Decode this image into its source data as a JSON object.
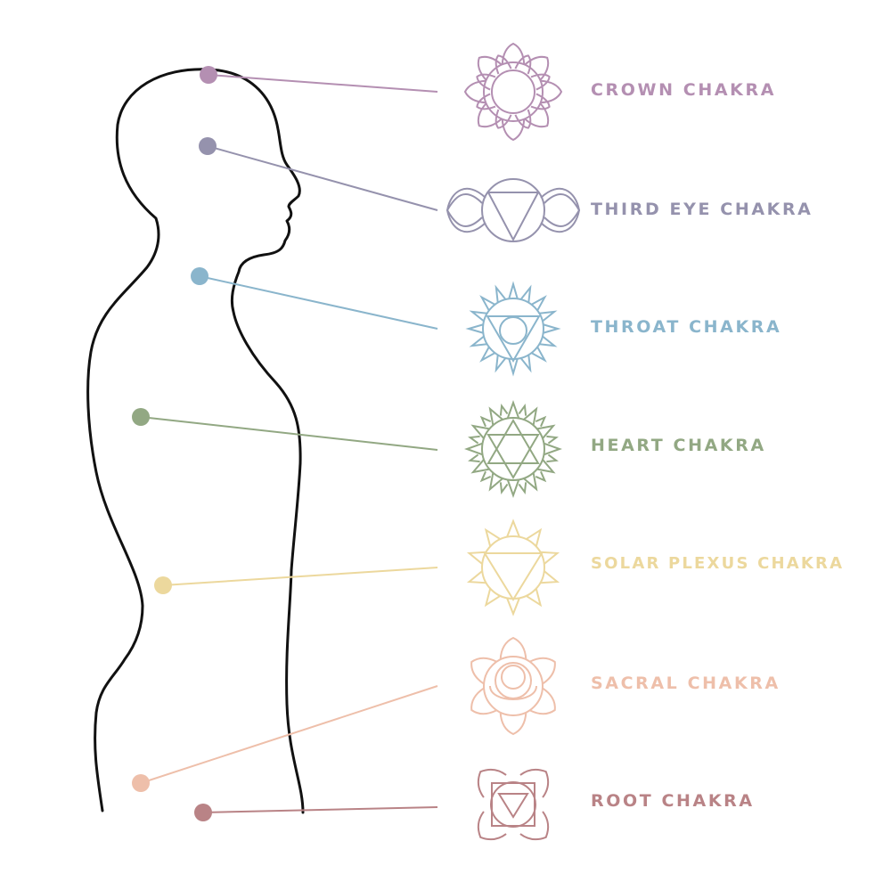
{
  "chakras": [
    {
      "id": "crown",
      "label": "CROWN CHAKRA",
      "color": "#b48fb2",
      "symbol": "crown-chakra-icon"
    },
    {
      "id": "third",
      "label": "THIRD EYE CHAKRA",
      "color": "#9592ad",
      "symbol": "third-eye-chakra-icon"
    },
    {
      "id": "throat",
      "label": "THROAT CHAKRA",
      "color": "#8ab5cc",
      "symbol": "throat-chakra-icon"
    },
    {
      "id": "heart",
      "label": "HEART CHAKRA",
      "color": "#92a883",
      "symbol": "heart-chakra-icon"
    },
    {
      "id": "solar",
      "label": "SOLAR PLEXUS CHAKRA",
      "color": "#ecd89d",
      "symbol": "solar-plexus-chakra-icon"
    },
    {
      "id": "sacral",
      "label": "SACRAL CHAKRA",
      "color": "#eebfaa",
      "symbol": "sacral-chakra-icon"
    },
    {
      "id": "root",
      "label": "ROOT CHAKRA",
      "color": "#b98386",
      "symbol": "root-chakra-icon"
    }
  ],
  "body_outline_color": "#111111"
}
